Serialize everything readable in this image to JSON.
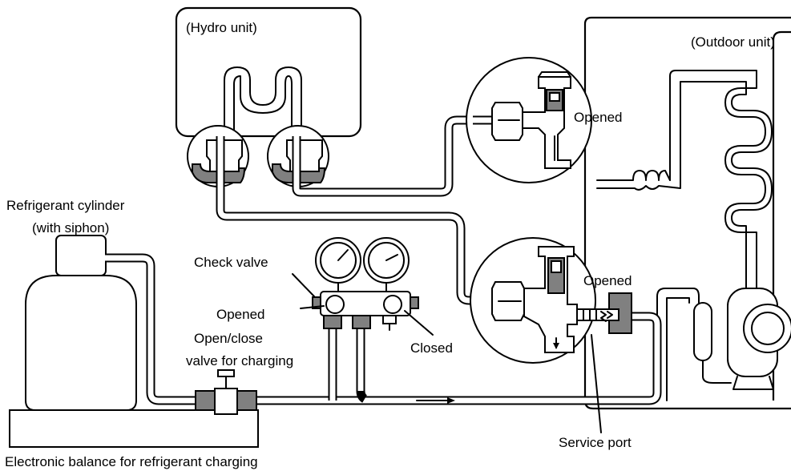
{
  "labels": {
    "hydro_unit": "(Hydro unit)",
    "outdoor_unit": "(Outdoor unit)",
    "refrigerant_cylinder_line1": "Refrigerant cylinder",
    "refrigerant_cylinder_line2": "(with siphon)",
    "check_valve": "Check valve",
    "opened_gauge": "Opened",
    "closed_gauge": "Closed",
    "open_close_line1": "Open/close",
    "open_close_line2": "valve for charging",
    "electronic_balance": "Electronic balance for refrigerant charging",
    "upper_valve_opened": "Opened",
    "lower_valve_opened": "Opened",
    "service_port": "Service port"
  },
  "colors": {
    "line": "#000000",
    "fill_gray": "#808080",
    "background": "#ffffff"
  }
}
